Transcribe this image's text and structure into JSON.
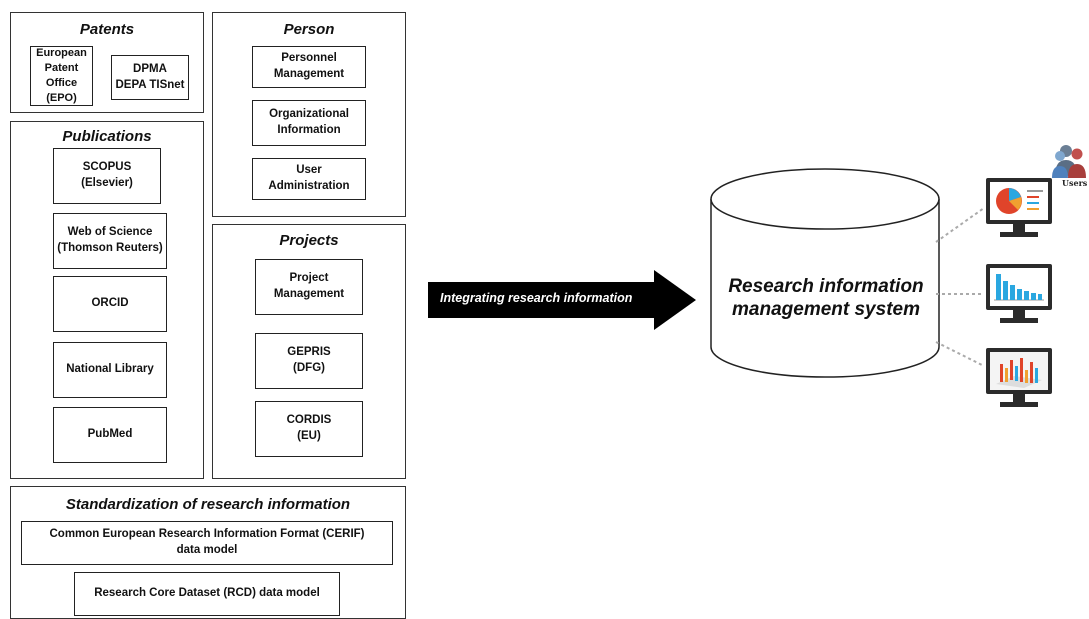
{
  "patents": {
    "title": "Patents",
    "items": [
      "European\nPatent\nOffice\n(EPO)",
      "DPMA\nDEPA TISnet"
    ]
  },
  "person": {
    "title": "Person",
    "items": [
      "Personnel\nManagement",
      "Organizational\nInformation",
      "User\nAdministration"
    ]
  },
  "publications": {
    "title": "Publications",
    "items": [
      "SCOPUS\n(Elsevier)",
      "Web of Science\n(Thomson Reuters)",
      "ORCID",
      "National Library",
      "PubMed"
    ]
  },
  "projects": {
    "title": "Projects",
    "items": [
      "Project\nManagement",
      "GEPRIS\n(DFG)",
      "CORDIS\n(EU)"
    ]
  },
  "standardization": {
    "title": "Standardization of research information",
    "items": [
      "Common European Research Information Format (CERIF)\ndata model",
      "Research Core Dataset (RCD) data model"
    ]
  },
  "arrow": {
    "label": "Integrating research information"
  },
  "system": {
    "label": "Research information\nmanagement system"
  },
  "users": {
    "label": "Users"
  },
  "colors": {
    "arrow": "#000000",
    "chart_blue": "#2aa7e0",
    "chart_red": "#e0442a",
    "chart_orange": "#f0a030"
  }
}
